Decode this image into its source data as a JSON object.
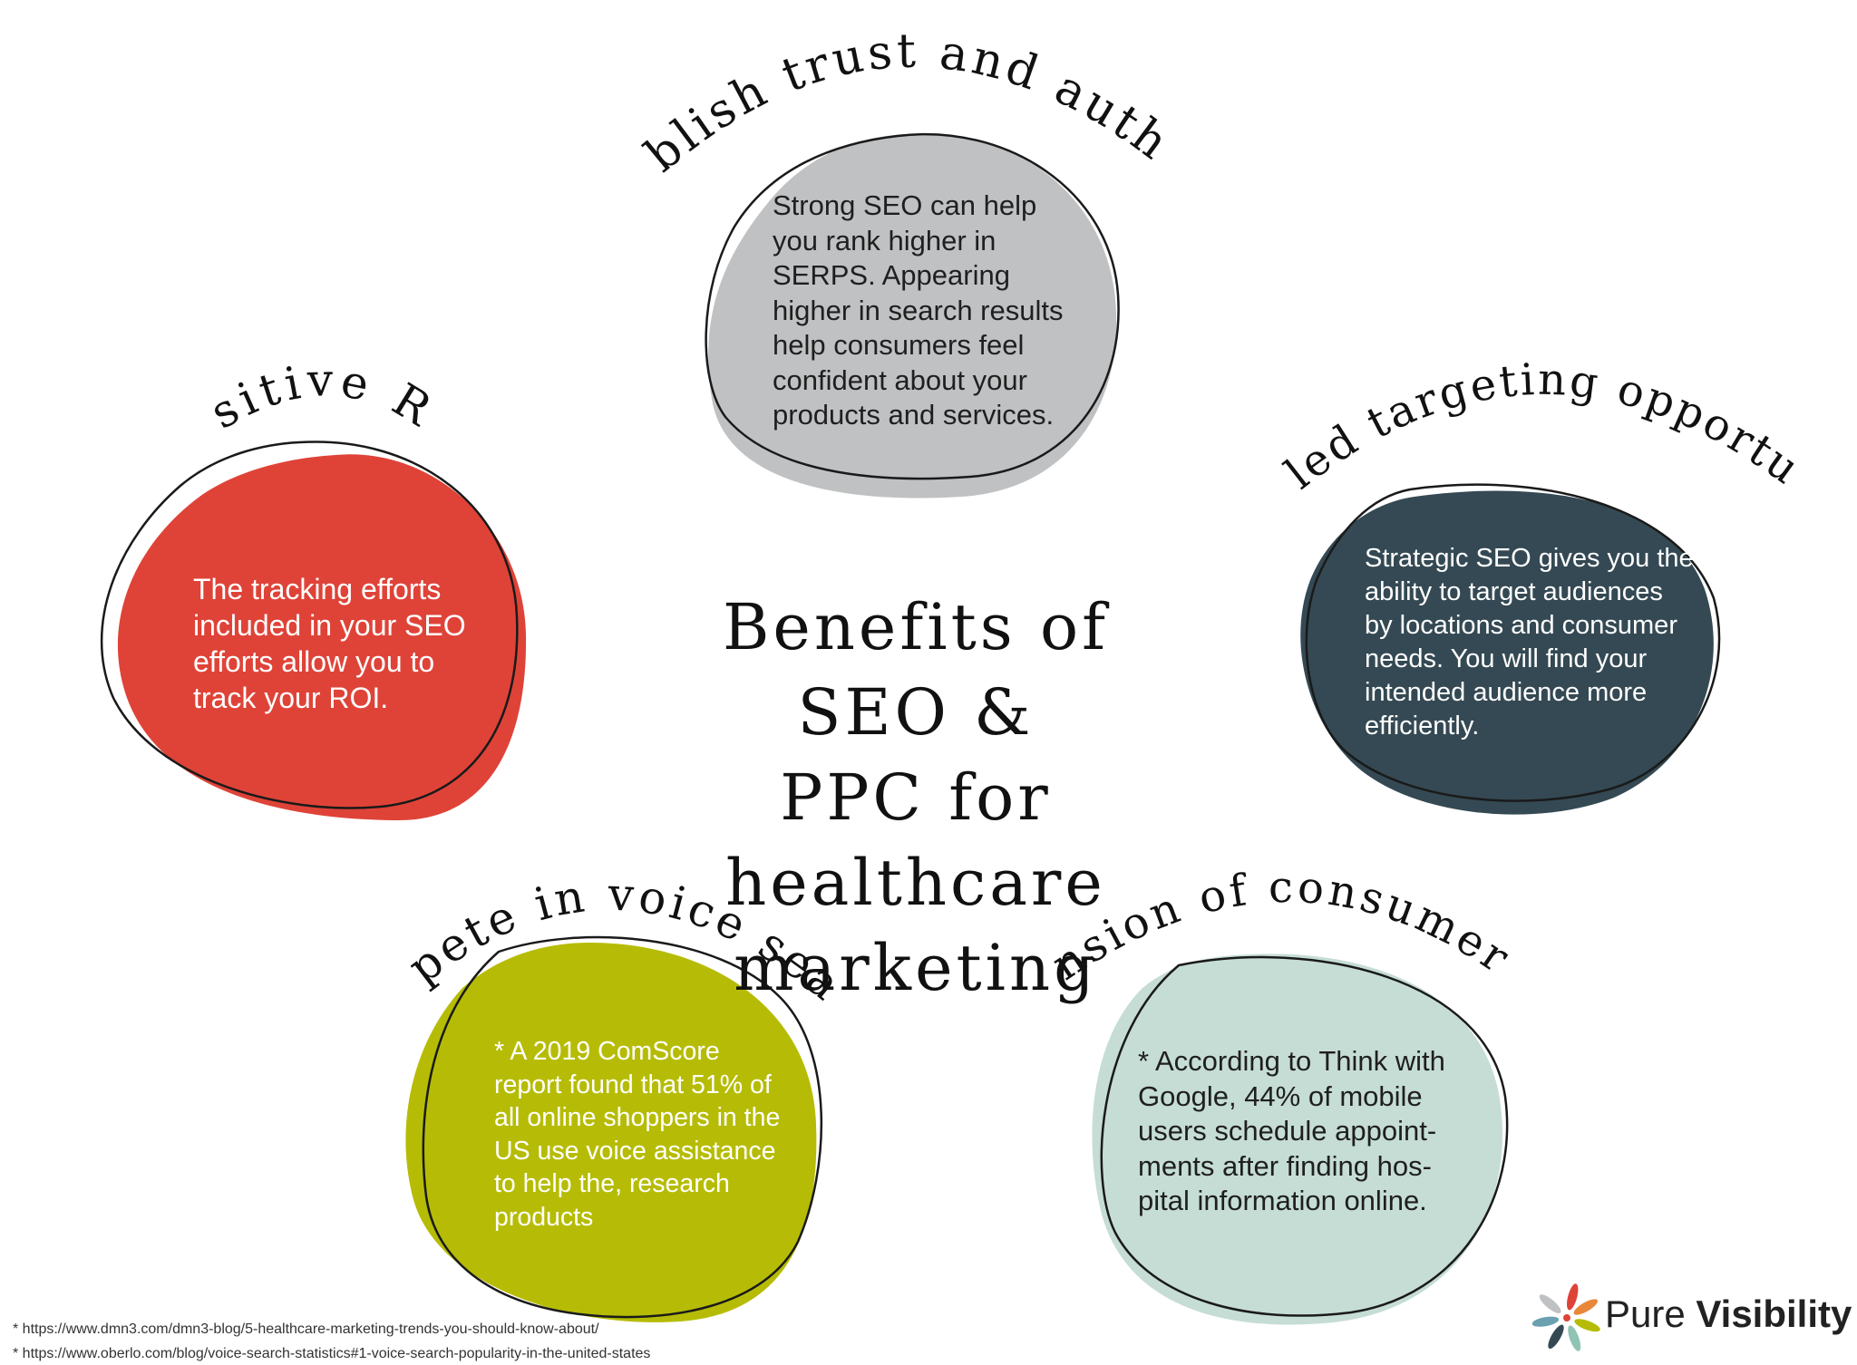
{
  "title": "Benefits of SEO &\nPPC for healthcare\nmarketing",
  "colors": {
    "gray": "#c0c1c3",
    "red": "#df4338",
    "navy": "#344953",
    "olive": "#b6bc05",
    "mint": "#c5ddd5"
  },
  "blobs": {
    "trust": {
      "heading": "Establish trust and authority",
      "body": "Strong SEO can help\nyou rank higher in\nSERPS. Appearing\nhigher in search results\nhelp consumers feel\nconfident about your\nproducts and services."
    },
    "roi": {
      "heading": "Positive ROI",
      "body": "The tracking efforts\nincluded in your SEO\nefforts allow you to\ntrack your ROI."
    },
    "targeting": {
      "heading": "Detailed targeting opportunities",
      "body": "Strategic SEO gives you the\nability to target audiences\nby locations and consumer\nneeds. You will find your\nintended audience more\nefficiently."
    },
    "voice": {
      "heading": "Compete in voice search",
      "body": "* A 2019 ComScore\nreport found that 51% of\nall online shoppers in the\nUS use voice assistance\nto help the, research\nproducts"
    },
    "expansion": {
      "heading": "Expansion of consumer base",
      "body": "* According to Think with\nGoogle, 44% of mobile\nusers schedule appoint-\nments after finding hos-\npital information online."
    }
  },
  "footnotes": [
    "* https://www.dmn3.com/dmn3-blog/5-healthcare-marketing-trends-you-should-know-about/",
    "* https://www.oberlo.com/blog/voice-search-statistics#1-voice-search-popularity-in-the-united-states"
  ],
  "logo": {
    "name_regular": "Pure ",
    "name_bold": "Visibility",
    "icon": "pinwheel-icon"
  }
}
